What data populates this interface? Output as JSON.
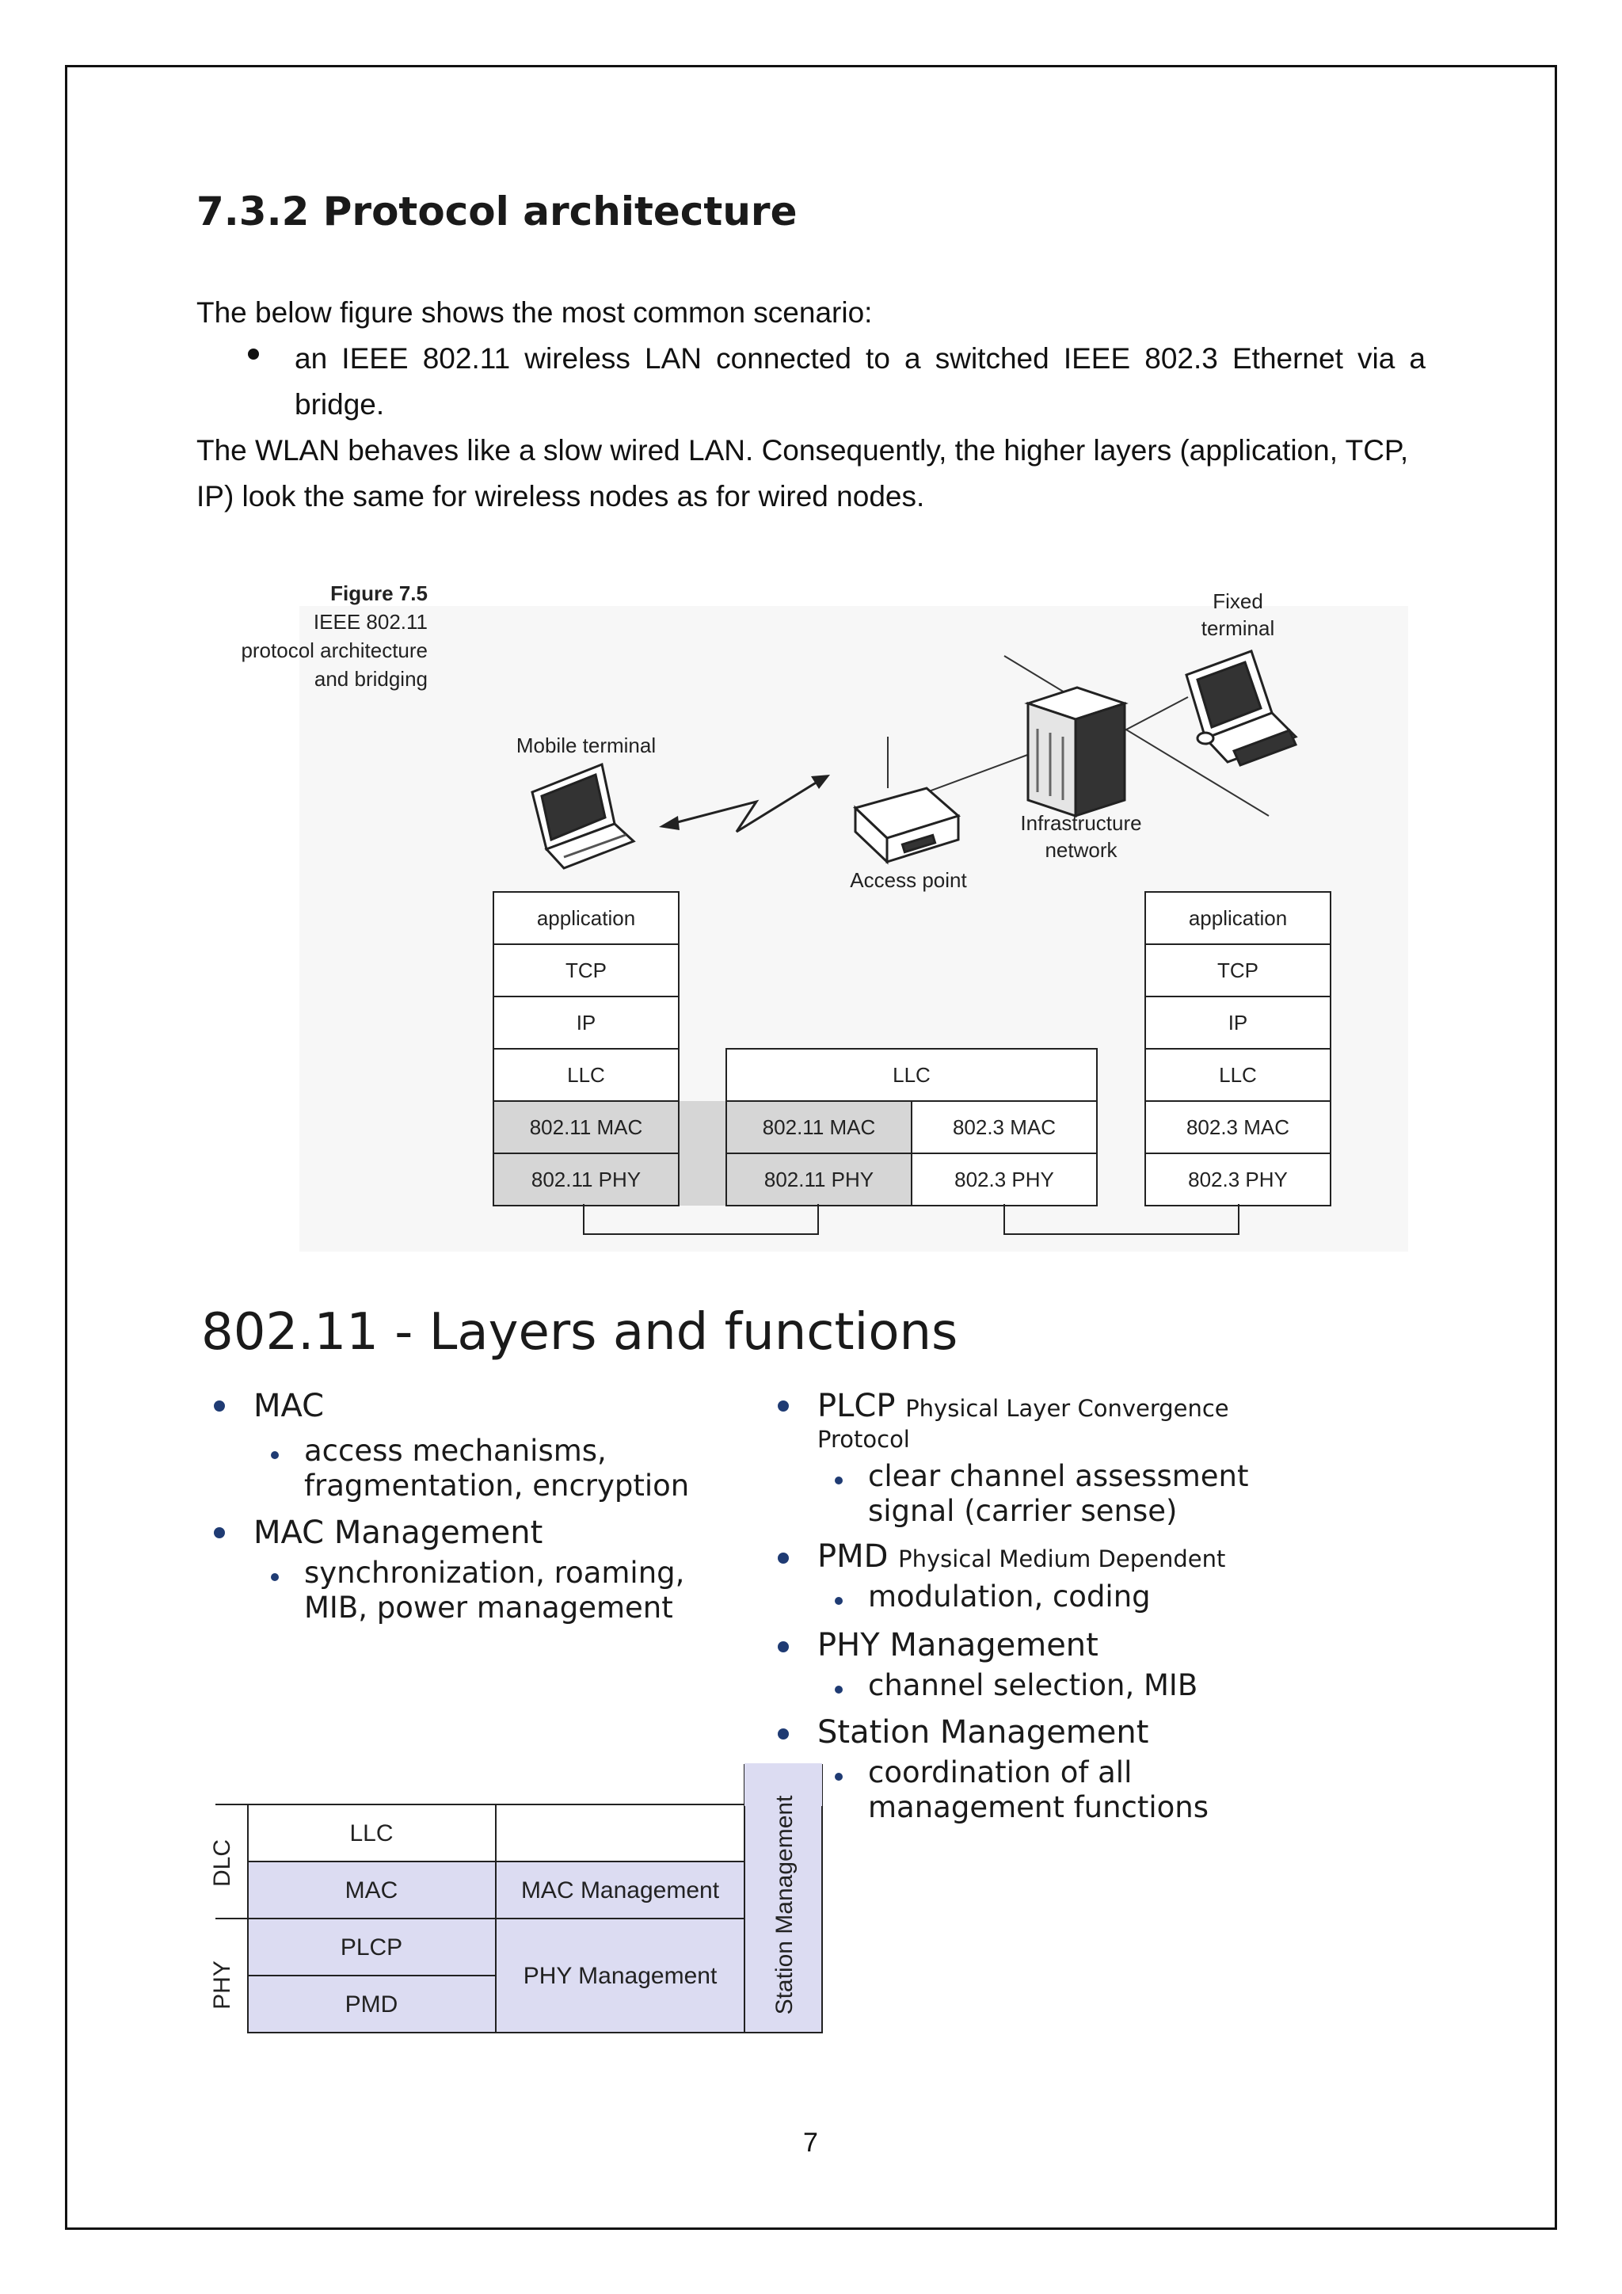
{
  "section": {
    "heading": "7.3.2 Protocol architecture",
    "intro": "The below figure shows the most common  scenario:",
    "bullet_line1": "an  IEEE  802.11  wireless  LAN  connected  to  a  switched  IEEE  802.3  Ethernet  via  a",
    "bullet_line2": "bridge.",
    "paragraph": "The WLAN behaves like a slow wired LAN. Consequently, the higher layers (application, TCP, IP) look the same for wireless nodes as for wired nodes."
  },
  "figure": {
    "caption_title": "Figure 7.5",
    "caption_line1": "IEEE 802.11",
    "caption_line2": "protocol architecture",
    "caption_line3": "and bridging",
    "mobile_terminal": "Mobile terminal",
    "access_point": "Access point",
    "infrastructure_line1": "Infrastructure",
    "infrastructure_line2": "network",
    "fixed_line1": "Fixed",
    "fixed_line2": "terminal",
    "mobile_stack": [
      "application",
      "TCP",
      "IP",
      "LLC",
      "802.11 MAC",
      "802.11 PHY"
    ],
    "bridge_llc": "LLC",
    "bridge_left": [
      "802.11 MAC",
      "802.11 PHY"
    ],
    "bridge_right": [
      "802.3 MAC",
      "802.3 PHY"
    ],
    "fixed_stack": [
      "application",
      "TCP",
      "IP",
      "LLC",
      "802.3 MAC",
      "802.3 PHY"
    ]
  },
  "layers": {
    "title": "802.11 - Layers and functions",
    "left": {
      "mac": "MAC",
      "mac_sub1": "access mechanisms,",
      "mac_sub2": "fragmentation, encryption",
      "mac_mgmt": "MAC Management",
      "mac_mgmt_sub1": "synchronization, roaming,",
      "mac_mgmt_sub2": "MIB, power management"
    },
    "right": {
      "plcp": "PLCP",
      "plcp_desc1": "Physical Layer Convergence",
      "plcp_desc2": "Protocol",
      "plcp_sub1": "clear channel assessment",
      "plcp_sub2": "signal (carrier sense)",
      "pmd": "PMD",
      "pmd_desc": "Physical Medium Dependent",
      "pmd_sub": "modulation, coding",
      "phy_mgmt": "PHY Management",
      "phy_mgmt_sub": "channel selection, MIB",
      "station_mgmt": "Station Management",
      "station_sub1": "coordination of all",
      "station_sub2": "management functions"
    },
    "table": {
      "dlc": "DLC",
      "phy": "PHY",
      "llc": "LLC",
      "mac": "MAC",
      "mac_mgmt": "MAC Management",
      "plcp": "PLCP",
      "pmd": "PMD",
      "phy_mgmt": "PHY Management",
      "station_mgmt": "Station Management"
    }
  },
  "page_number": "7",
  "colors": {
    "shaded_layer": "#d6d6d6",
    "table_fill": "#dcdcf2",
    "bullet": "#1f3b73"
  }
}
